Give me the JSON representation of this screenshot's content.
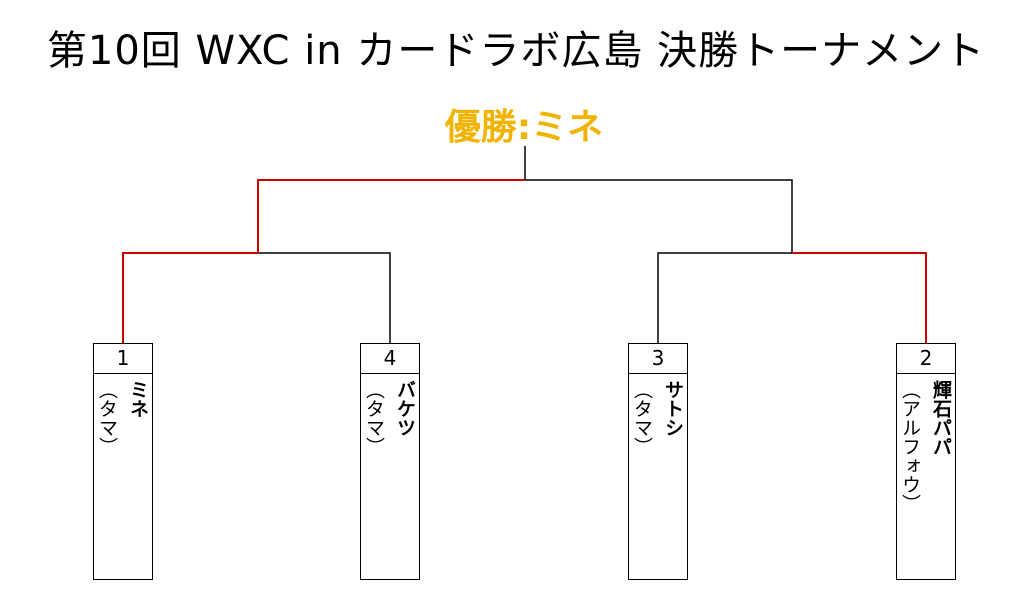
{
  "title": "第10回 WXC in カードラボ広島 決勝トーナメント",
  "winner_label": "優勝:ミネ",
  "colors": {
    "winner_text": "#f0b400",
    "winner_path": "#cc0000",
    "line": "#000000"
  },
  "players": [
    {
      "seed": "1",
      "name": "ミネ",
      "team": "（タマ）"
    },
    {
      "seed": "4",
      "name": "バケツ",
      "team": "（タマ）"
    },
    {
      "seed": "3",
      "name": "サトシ",
      "team": "（タマ）"
    },
    {
      "seed": "2",
      "name": "輝石パパ",
      "team": "（アルフォウ）"
    }
  ]
}
